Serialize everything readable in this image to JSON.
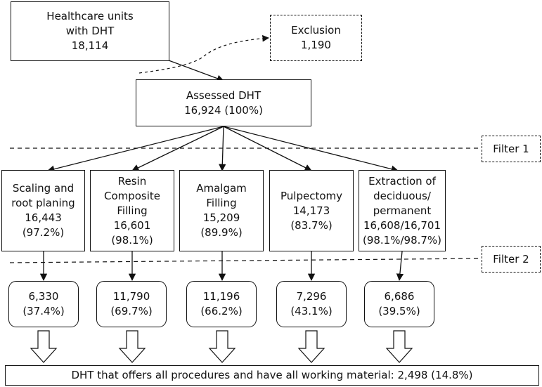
{
  "top": {
    "healthcare": {
      "l1": "Healthcare units",
      "l2": "with DHT",
      "l3": "18,114"
    },
    "exclusion": {
      "l1": "Exclusion",
      "l2": "1,190"
    },
    "assessed": {
      "l1": "Assessed DHT",
      "l2": "16,924 (100%)"
    }
  },
  "filters": {
    "filter1": "Filter 1",
    "filter2": "Filter 2"
  },
  "procedures": [
    {
      "lines": [
        "Scaling and",
        "root planing",
        "16,443",
        "(97.2%)"
      ]
    },
    {
      "lines": [
        "Resin",
        "Composite",
        "Filling",
        "16,601",
        "(98.1%)"
      ]
    },
    {
      "lines": [
        "Amalgam",
        "Filling",
        "15,209",
        "(89.9%)"
      ]
    },
    {
      "lines": [
        "Pulpectomy",
        "14,173",
        "(83.7%)"
      ]
    },
    {
      "lines": [
        "Extraction of",
        "deciduous/",
        "permanent",
        "16,608/16,701",
        "(98.1%/98.7%)"
      ]
    }
  ],
  "results": [
    {
      "count": "6,330",
      "pct": "(37.4%)"
    },
    {
      "count": "11,790",
      "pct": "(69.7%)"
    },
    {
      "count": "11,196",
      "pct": "(66.2%)"
    },
    {
      "count": "7,296",
      "pct": "(43.1%)"
    },
    {
      "count": "6,686",
      "pct": "(39.5%)"
    }
  ],
  "final": "DHT that offers all procedures and have all working material: 2,498 (14.8%)"
}
